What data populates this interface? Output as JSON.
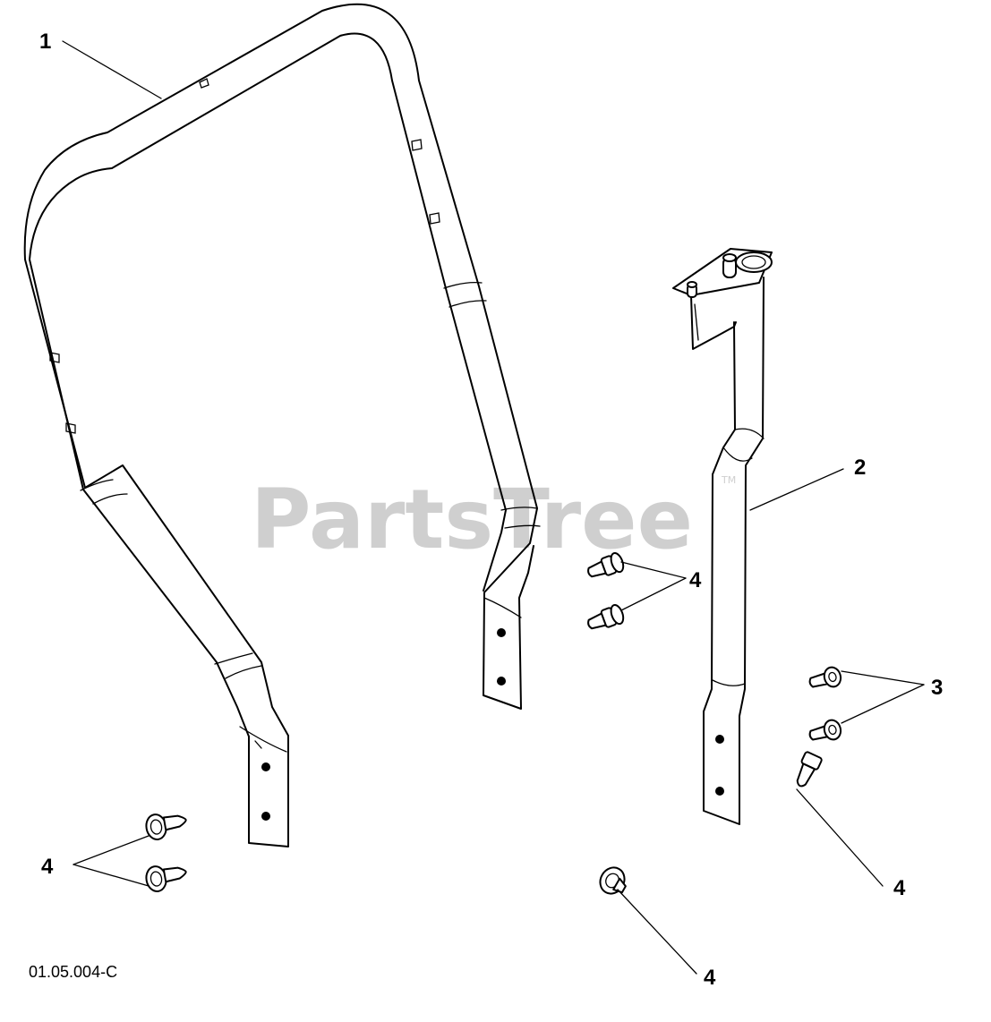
{
  "watermark": {
    "brand": "PartsTree",
    "tm": "TM"
  },
  "diagram_code": "01.05.004-C",
  "callouts": [
    {
      "id": "c1",
      "label": "1"
    },
    {
      "id": "c2",
      "label": "2"
    },
    {
      "id": "c3",
      "label": "3"
    },
    {
      "id": "c4a",
      "label": "4"
    },
    {
      "id": "c4b",
      "label": "4"
    },
    {
      "id": "c4c",
      "label": "4"
    },
    {
      "id": "c4d",
      "label": "4"
    }
  ]
}
